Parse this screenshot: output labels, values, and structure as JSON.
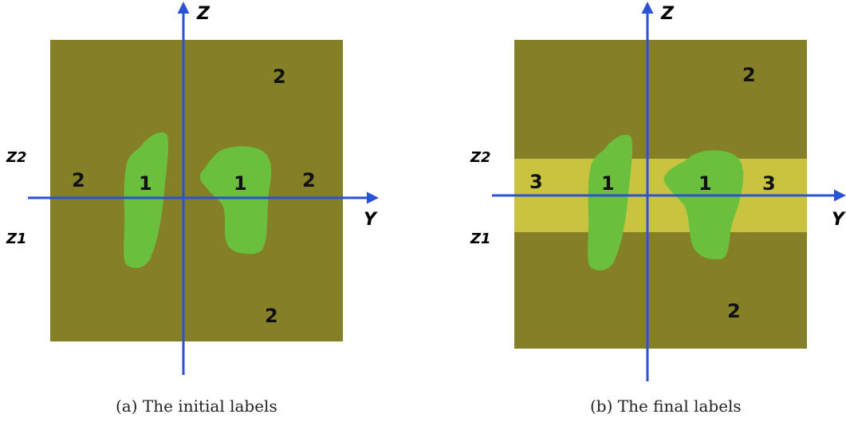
{
  "colors": {
    "background_region": "#857f28",
    "blob": "#6abf3c",
    "band": "#c8c43f",
    "axis": "#2a52d8"
  },
  "axes": {
    "z": "Z",
    "y": "Y",
    "z1": "Z1",
    "z2": "Z2"
  },
  "panel_a": {
    "caption": "(a) The initial labels",
    "labels": {
      "top_right": "2",
      "left_mid": "2",
      "blob_left": "1",
      "blob_right": "1",
      "right_mid": "2",
      "bottom": "2"
    }
  },
  "panel_b": {
    "caption": "(b) The final labels",
    "labels": {
      "top_right": "2",
      "band_left": "3",
      "blob_left": "1",
      "blob_right": "1",
      "band_right": "3",
      "bottom": "2"
    }
  }
}
